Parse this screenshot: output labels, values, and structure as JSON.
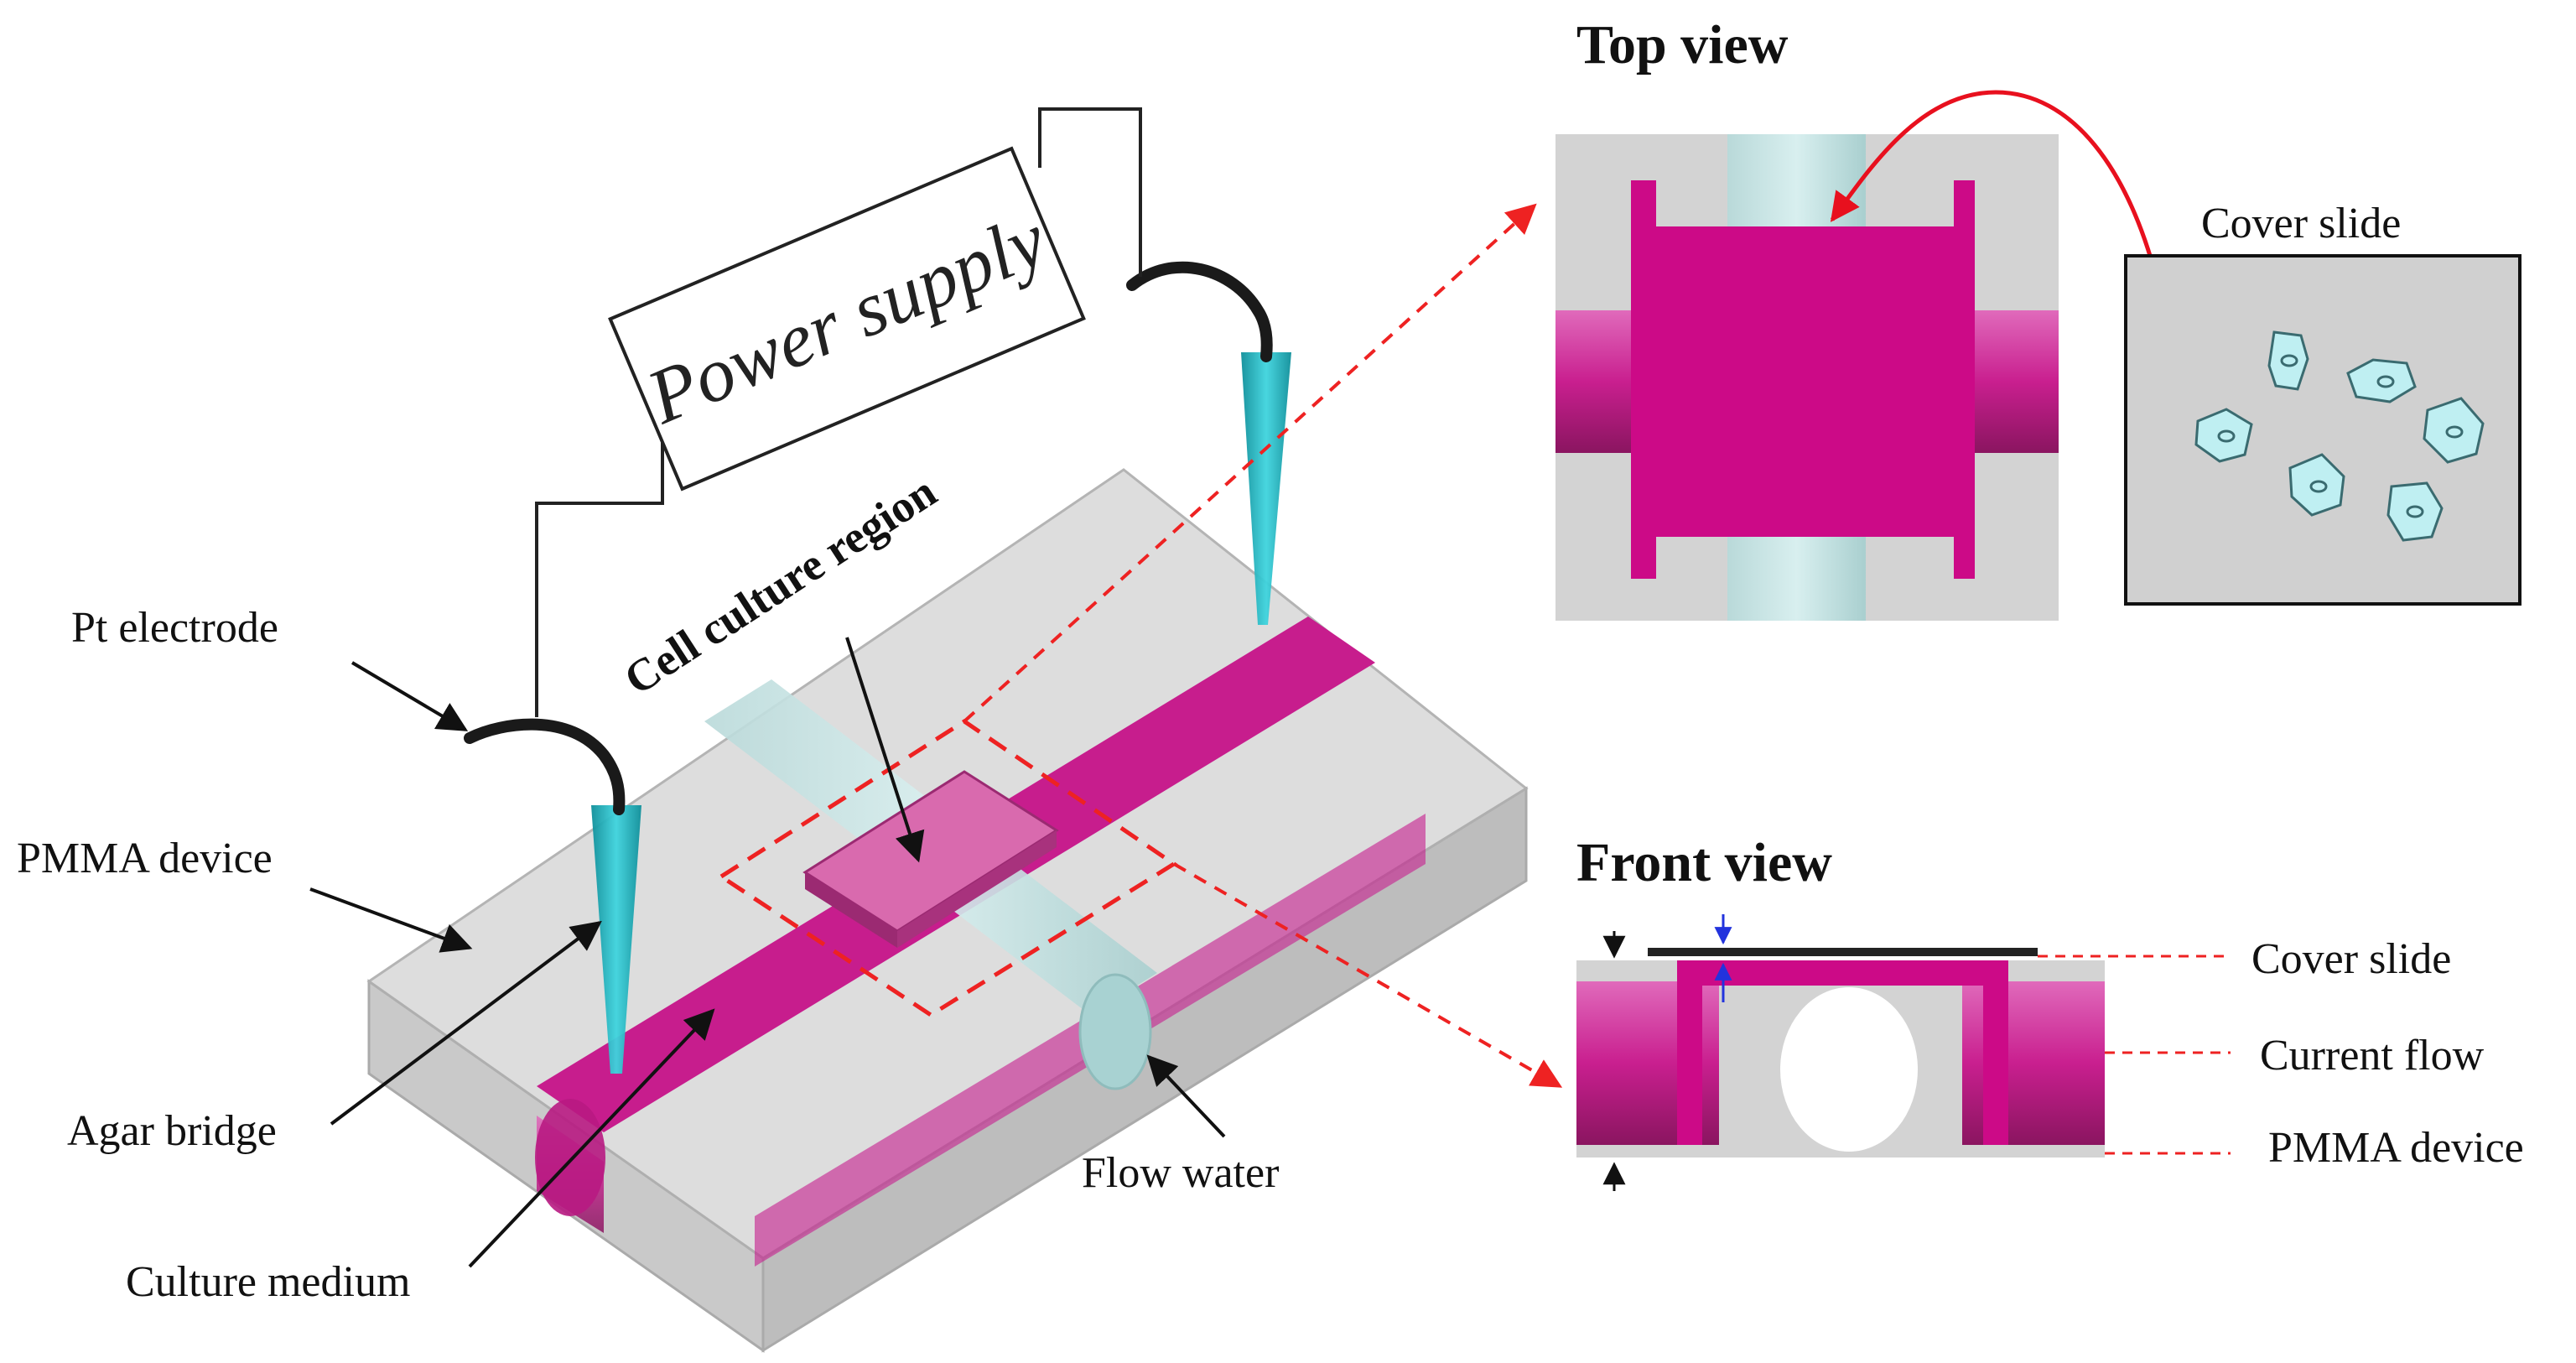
{
  "labels": {
    "power_supply": "Power supply",
    "pt_electrode": "Pt electrode",
    "pmma_device": "PMMA device",
    "agar_bridge": "Agar bridge",
    "culture_medium": "Culture medium",
    "cell_culture_region": "Cell culture region",
    "flow_water": "Flow water"
  },
  "top_view": {
    "title": "Top view",
    "cover_slide": "Cover slide"
  },
  "front_view": {
    "title": "Front view",
    "cover_slide": "Cover slide",
    "current_flow": "Current flow",
    "pmma_device": "PMMA device"
  },
  "colors": {
    "magenta": "#cc1f93",
    "magenta_dark": "#8a1560",
    "pmma_gray": "#d3d3d3",
    "cyan_tip": "#20b8c4",
    "water_blue": "#bfe3e3",
    "cell": "#bfeff2",
    "red_dash": "#ee2222",
    "red_arrow": "#e8101e",
    "blue_arrow": "#2233dd"
  }
}
